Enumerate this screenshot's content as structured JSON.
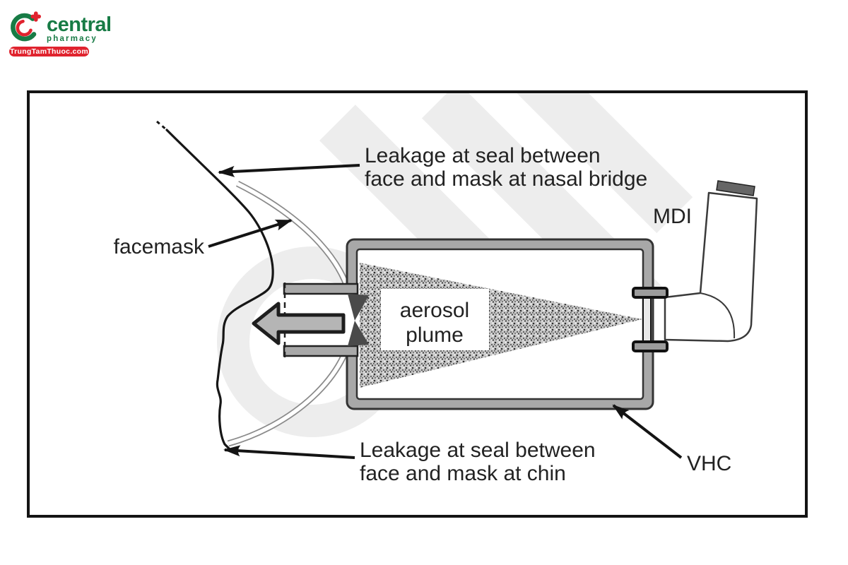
{
  "logo": {
    "brand": "central",
    "tagline": "pharmacy",
    "badge": "TrungTamThuoc.com"
  },
  "colors": {
    "logo_green": "#177b45",
    "logo_red": "#e0232e",
    "frame_border": "#141414",
    "chamber_wall_gray": "#a8a8a8",
    "valve_dark": "#4a4a4a",
    "exhale_arrow_gray": "#b5b5b5",
    "flange_gray": "#9c9c9c",
    "mdi_cap_gray": "#666666",
    "watermark_gray": "#ededed",
    "diagram_text": "#222222"
  },
  "diagram": {
    "leak_nasal": {
      "line1": "Leakage at seal between",
      "line2": "face and mask at nasal bridge"
    },
    "facemask_label": "facemask",
    "mdi_label": "MDI",
    "plume_label": {
      "line1": "aerosol",
      "line2": "plume"
    },
    "leak_chin": {
      "line1": "Leakage at seal between",
      "line2": "face and mask at chin"
    },
    "vhc_label": "VHC"
  }
}
